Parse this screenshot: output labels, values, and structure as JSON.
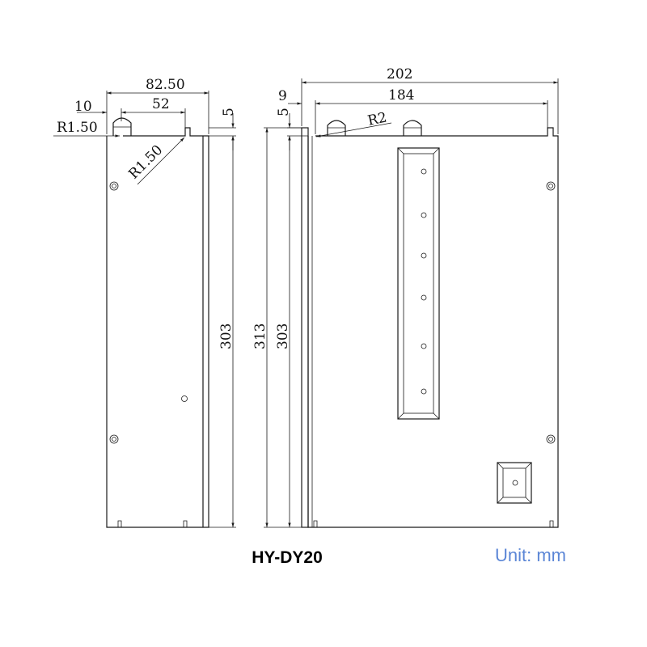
{
  "model": "HY-DY20",
  "unit_label": "Unit: mm",
  "side_view": {
    "dims": {
      "overall_depth": "82.50",
      "offset": "10",
      "inner_depth": "52",
      "radius_small": "R1.50",
      "radius_slot": "R1.50",
      "top_gap": "5",
      "height": "303"
    }
  },
  "front_view": {
    "dims": {
      "overall_width": "202",
      "flange": "9",
      "hole_spacing": "184",
      "top_gap": "5",
      "radius": "R2",
      "overall_height": "313",
      "inner_height": "303"
    }
  },
  "colors": {
    "unit_text": "#5b86d6",
    "lines": "#1a1a1a"
  }
}
